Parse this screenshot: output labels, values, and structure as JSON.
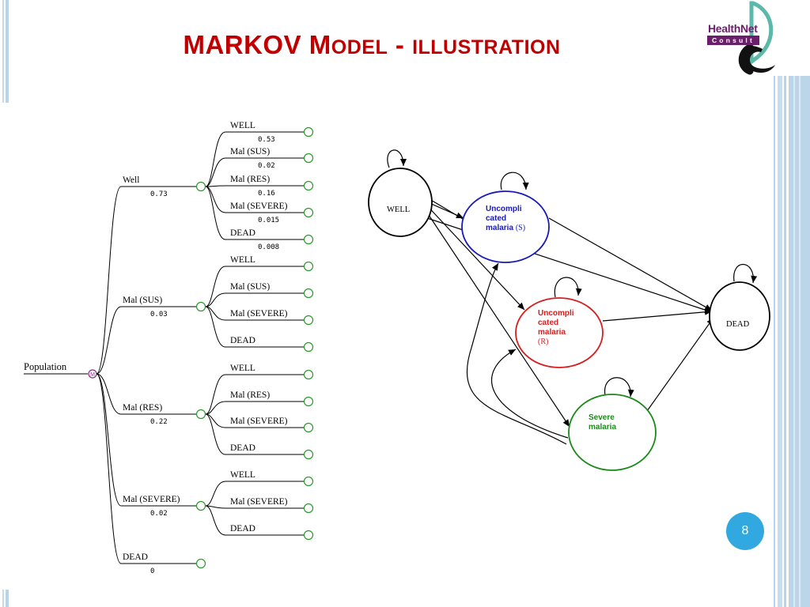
{
  "slide": {
    "title_big1": "MARKOV M",
    "title_small1": "ODEL",
    "title_sep": " - ",
    "title_small2": "ILLUSTRATION",
    "page_number": "8"
  },
  "logo": {
    "name": "HealthNet",
    "sub": "Consult"
  },
  "tree": {
    "root": "Population",
    "root_node_symbol": "M",
    "branches": [
      {
        "label": "Well",
        "prob": "0.73",
        "children": [
          {
            "label": "WELL",
            "prob": "0.53"
          },
          {
            "label": "Mal (SUS)",
            "prob": "0.02"
          },
          {
            "label": "Mal (RES)",
            "prob": "0.16"
          },
          {
            "label": "Mal (SEVERE)",
            "prob": "0.015"
          },
          {
            "label": "DEAD",
            "prob": "0.008"
          }
        ]
      },
      {
        "label": "Mal (SUS)",
        "prob": "0.03",
        "children": [
          {
            "label": "WELL",
            "prob": ""
          },
          {
            "label": "Mal (SUS)",
            "prob": ""
          },
          {
            "label": "Mal (SEVERE)",
            "prob": ""
          },
          {
            "label": "DEAD",
            "prob": ""
          }
        ]
      },
      {
        "label": "Mal (RES)",
        "prob": "0.22",
        "children": [
          {
            "label": "WELL",
            "prob": ""
          },
          {
            "label": "Mal (RES)",
            "prob": ""
          },
          {
            "label": "Mal (SEVERE)",
            "prob": ""
          },
          {
            "label": "DEAD",
            "prob": ""
          }
        ]
      },
      {
        "label": "Mal (SEVERE)",
        "prob": "0.02",
        "children": [
          {
            "label": "WELL",
            "prob": ""
          },
          {
            "label": "Mal (SEVERE)",
            "prob": ""
          },
          {
            "label": "DEAD",
            "prob": ""
          }
        ]
      },
      {
        "label": "DEAD",
        "prob": "0",
        "children": []
      }
    ]
  },
  "markov": {
    "states": [
      {
        "id": "well",
        "lines": [
          "WELL"
        ],
        "suffix": "",
        "color": "#000000"
      },
      {
        "id": "sus",
        "lines": [
          "Uncompli",
          "cated",
          "malaria"
        ],
        "suffix": "(S)",
        "color": "#1a1ab8"
      },
      {
        "id": "res",
        "lines": [
          "Uncompli",
          "cated",
          "malaria"
        ],
        "suffix": "(R)",
        "color": "#d42020"
      },
      {
        "id": "severe",
        "lines": [
          "Severe",
          "malaria"
        ],
        "suffix": "",
        "color": "#1a8a1a"
      },
      {
        "id": "dead",
        "lines": [
          "DEAD"
        ],
        "suffix": "",
        "color": "#000000"
      }
    ]
  },
  "colors": {
    "title": "#c00000",
    "accent": "#31a9e0",
    "stripe": "#b8d4e8",
    "logo_purple": "#6b1f6b",
    "tree_node": "#2a9a2a",
    "root_node": "#8a2a8a"
  }
}
